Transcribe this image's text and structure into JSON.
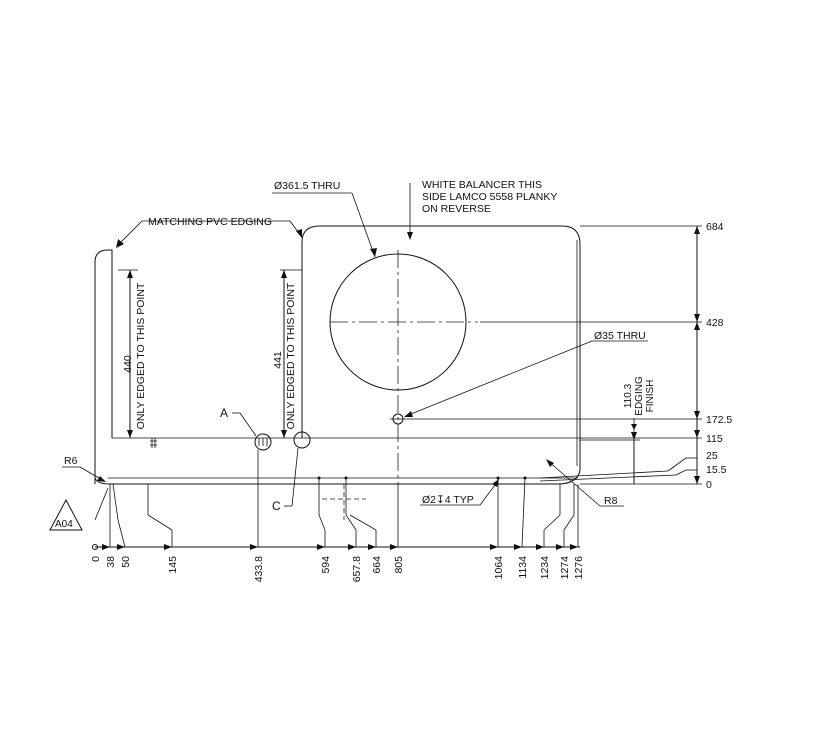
{
  "notes": {
    "hole_large": "Ø361.5 THRU",
    "balancer_1": "WHITE BALANCER THIS",
    "balancer_2": "SIDE LAMCO 5558 PLANKY",
    "balancer_3": "ON REVERSE",
    "pvc_edging": "MATCHING PVC EDGING",
    "hole_small": "Ø35 THRU",
    "edged_left_value": "440",
    "edged_left_text": "ONLY EDGED TO THIS POINT",
    "edged_mid_value": "441",
    "edged_mid_text": "ONLY EDGED TO THIS POINT",
    "edging_finish_value": "110.3",
    "edging_finish_1": "EDGING",
    "edging_finish_2": "FINISH",
    "radius_left": "R6",
    "radius_right": "R8",
    "drill_typ": "Ø2↧4 TYP",
    "detail_a": "A",
    "detail_c": "C",
    "revision_tag": "A04"
  },
  "horizontal_dims": [
    "0",
    "38",
    "50",
    "145",
    "433.8",
    "594",
    "657.8",
    "664",
    "805",
    "1064",
    "1134",
    "1234",
    "1274",
    "1276"
  ],
  "vertical_dims": [
    "684",
    "428",
    "172.5",
    "115",
    "25",
    "15.5",
    "0"
  ]
}
